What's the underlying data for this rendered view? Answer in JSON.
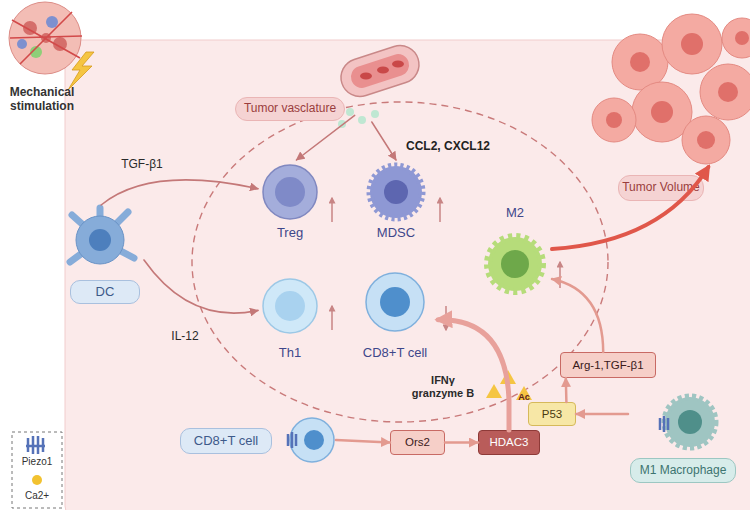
{
  "diagram": {
    "nodes": [
      {
        "text": [
          "Tumor vasclature"
        ]
      },
      {
        "text": [
          "Tumor Volume"
        ]
      },
      {
        "text": [
          "Treg"
        ]
      },
      {
        "text": [
          "MDSC"
        ]
      },
      {
        "text": [
          "M2"
        ]
      },
      {
        "text": [
          "DC"
        ]
      },
      {
        "text": [
          "Th1"
        ]
      },
      {
        "text": [
          "CD8+T cell"
        ]
      },
      {
        "text": [
          "Arg-1,TGF-β1"
        ]
      },
      {
        "text": [
          "CD8+T cell"
        ]
      },
      {
        "text": [
          "Ors2"
        ]
      },
      {
        "text": [
          "HDAC3"
        ]
      },
      {
        "text": [
          "P53"
        ]
      },
      {
        "text": [
          "M1 Macrophage"
        ]
      }
    ],
    "edges": [
      {
        "from": 5,
        "to": 2,
        "arrow": "to",
        "label": "TGF-β1"
      },
      {
        "from": 5,
        "to": 6,
        "arrow": "to",
        "label": "IL-12"
      },
      {
        "from": 0,
        "to": 2,
        "arrow": "to"
      },
      {
        "from": 0,
        "to": 3,
        "arrow": "to"
      },
      {
        "from": 9,
        "to": 10,
        "arrow": "to"
      },
      {
        "from": 10,
        "to": 11,
        "arrow": "to"
      },
      {
        "from": 11,
        "to": 7,
        "arrow": "to",
        "label": "IFNγ granzyme B"
      },
      {
        "from": 13,
        "to": 12,
        "arrow": "to"
      },
      {
        "from": 12,
        "to": 8,
        "arrow": "to"
      },
      {
        "from": 8,
        "to": 4,
        "arrow": "to"
      },
      {
        "from": 4,
        "to": 1,
        "arrow": "to"
      }
    ],
    "labels": [
      "Mechanical stimulation",
      "CCL2, CXCL12",
      "Ac"
    ],
    "legend": [
      {
        "text": "Piezo1"
      },
      {
        "text": "Ca2+"
      }
    ]
  }
}
